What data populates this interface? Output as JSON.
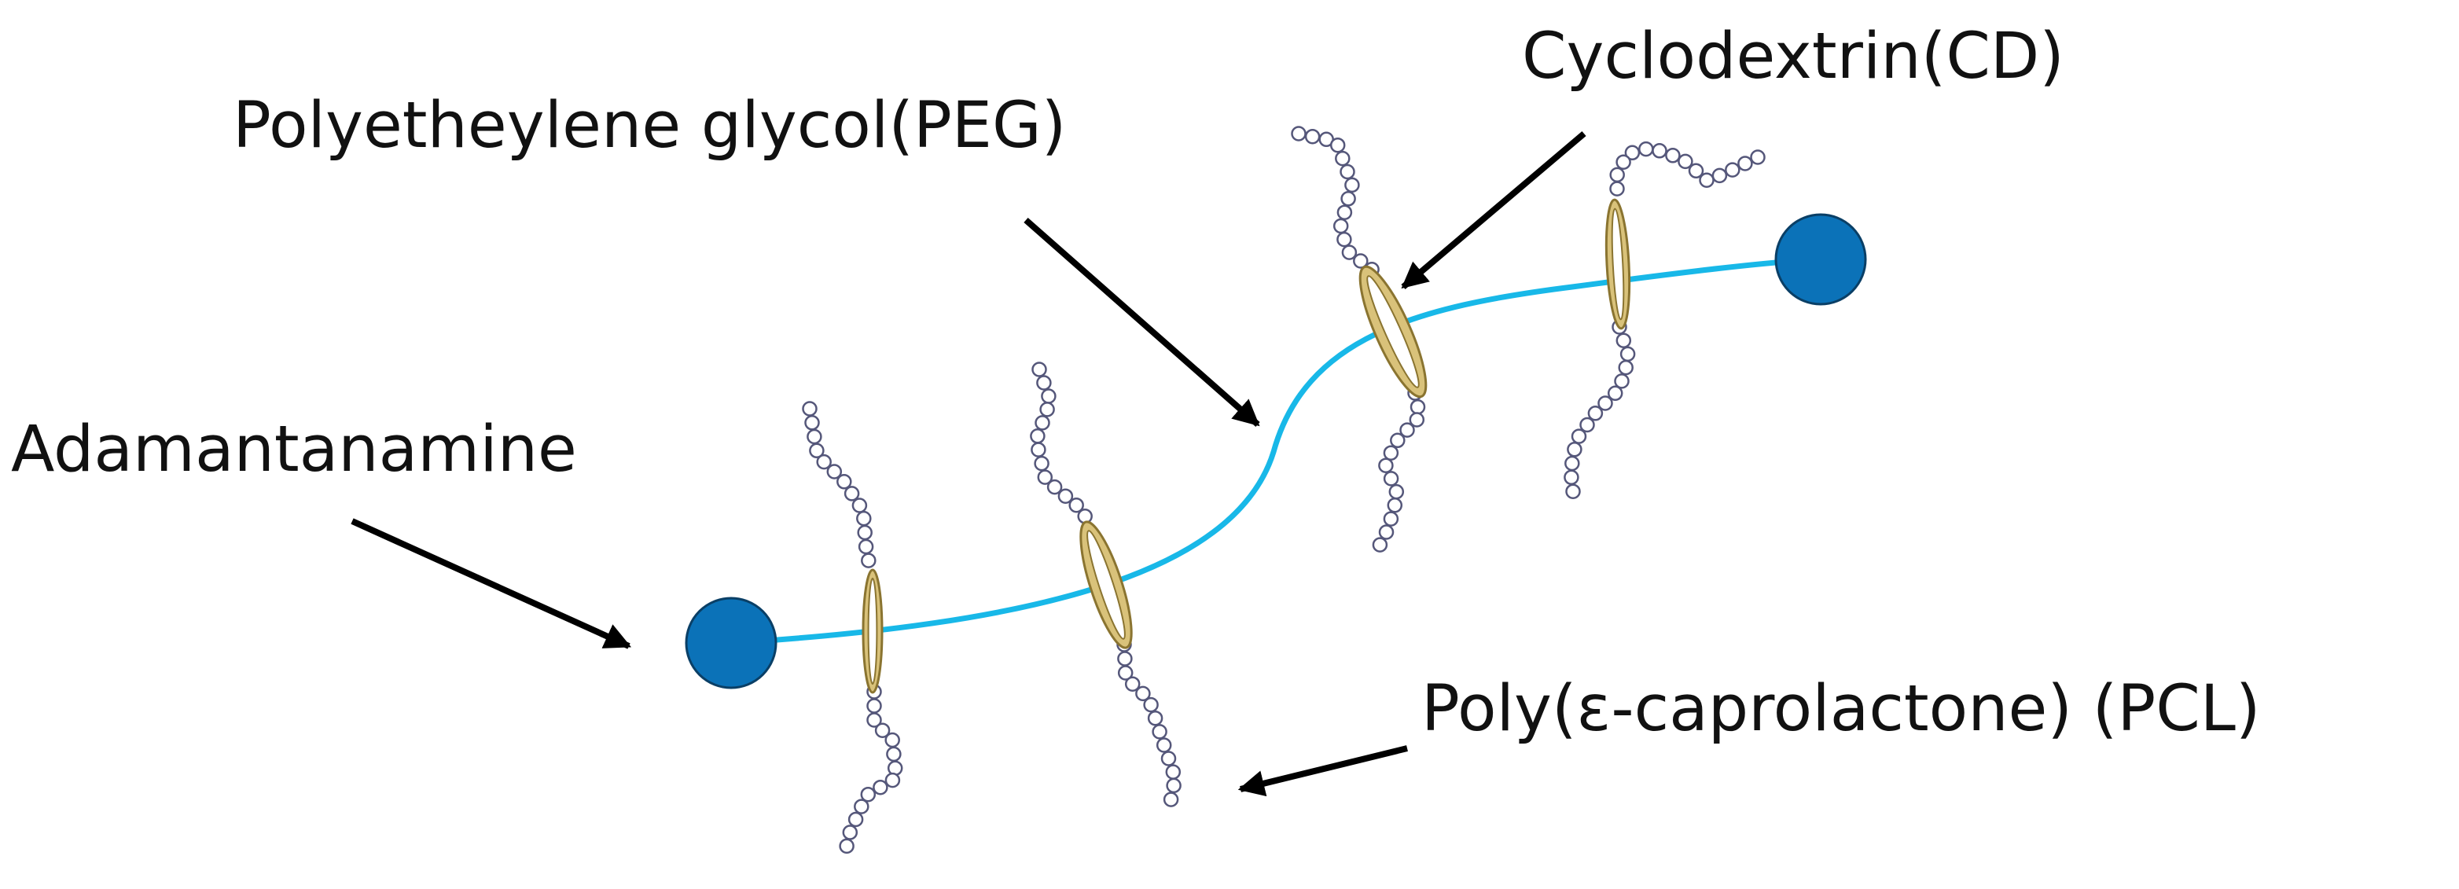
{
  "labels": {
    "cyclodextrin": "Cyclodextrin(CD)",
    "peg": "Polyetheylene  glycol(PEG)",
    "adamantanamine": "Adamantanamine",
    "pcl": "Poly(ε-caprolactone) (PCL)"
  },
  "colors": {
    "axle": "#18b8e8",
    "end_cap_fill": "#0b72b8",
    "end_cap_stroke": "#0a3f66",
    "ring_fill": "#d9c27a",
    "ring_stroke": "#8a7430",
    "bead_fill": "#ffffff",
    "bead_stroke": "#55577a",
    "arrow": "#000000",
    "text": "#111111"
  },
  "icons": [
    "end-cap-left-icon",
    "end-cap-right-icon",
    "cd-ring-icon",
    "pcl-chain-icon",
    "pointer-arrow-icon"
  ]
}
